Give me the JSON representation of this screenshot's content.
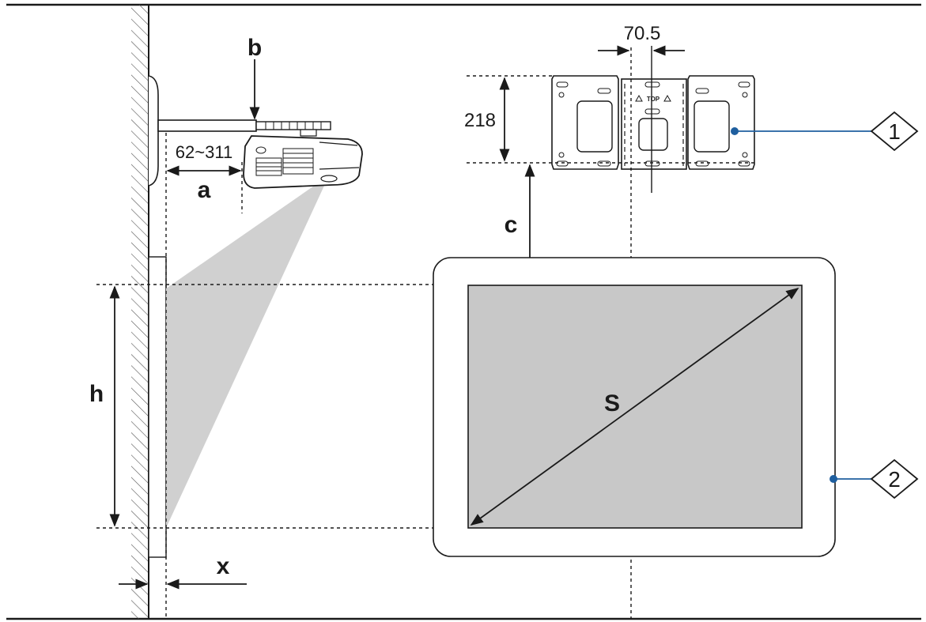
{
  "diagram": {
    "labels": {
      "a": "a",
      "b": "b",
      "c": "c",
      "h": "h",
      "x": "x",
      "s": "S",
      "a_range": "62~311",
      "plate_width": "70.5",
      "plate_height": "218",
      "plate_top": "TOP"
    },
    "callouts": [
      {
        "number": "1"
      },
      {
        "number": "2"
      }
    ],
    "colors": {
      "line": "#1a1a1a",
      "screen_fill": "#c8c8c8",
      "beam_fill": "#d0d0d0",
      "callout_dot": "#1f5f9f"
    }
  }
}
